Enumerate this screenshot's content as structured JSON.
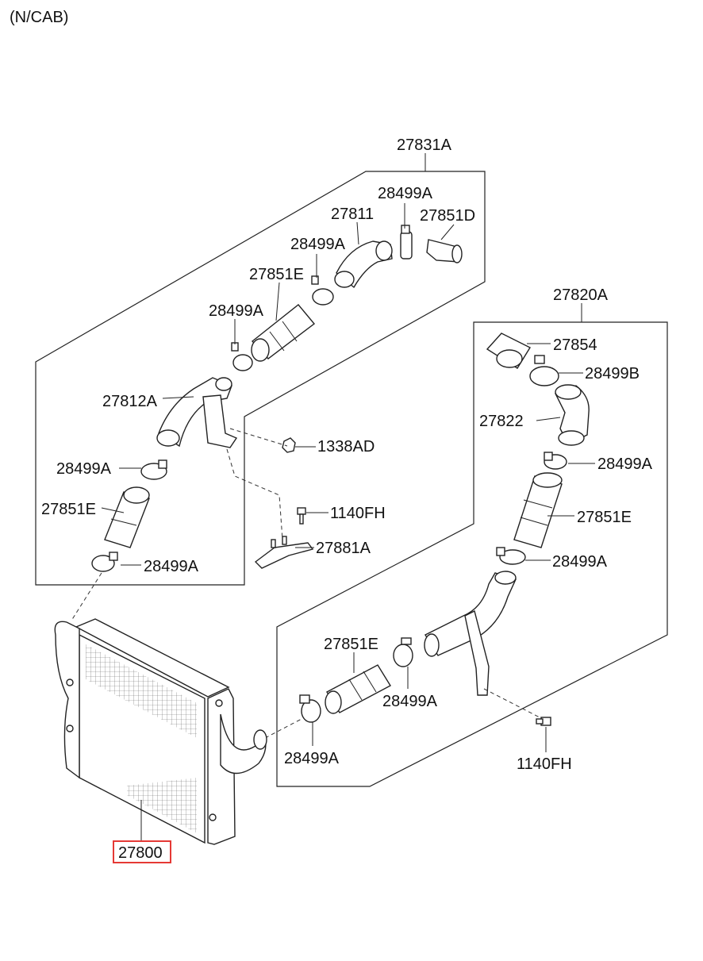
{
  "header": {
    "variant": "(N/CAB)"
  },
  "groups": {
    "upper_assembly": "27831A",
    "lower_assembly": "27820A"
  },
  "labels": {
    "p28499A_1": "28499A",
    "p27811": "27811",
    "p27851D": "27851D",
    "p28499A_2": "28499A",
    "p27851E_1": "27851E",
    "p28499A_3": "28499A",
    "p27812A": "27812A",
    "p1338AD": "1338AD",
    "p28499A_4": "28499A",
    "p1140FH_1": "1140FH",
    "p27851E_2": "27851E",
    "p27881A": "27881A",
    "p28499A_5": "28499A",
    "p27854": "27854",
    "p28499B": "28499B",
    "p27822": "27822",
    "p28499A_6": "28499A",
    "p27851E_3": "27851E",
    "p28499A_7": "28499A",
    "p27851E_4": "27851E",
    "p28499A_8": "28499A",
    "p28499A_9": "28499A",
    "p1140FH_2": "1140FH",
    "p27800": "27800"
  },
  "highlight": {
    "part": "27800",
    "color": "#e53935"
  }
}
